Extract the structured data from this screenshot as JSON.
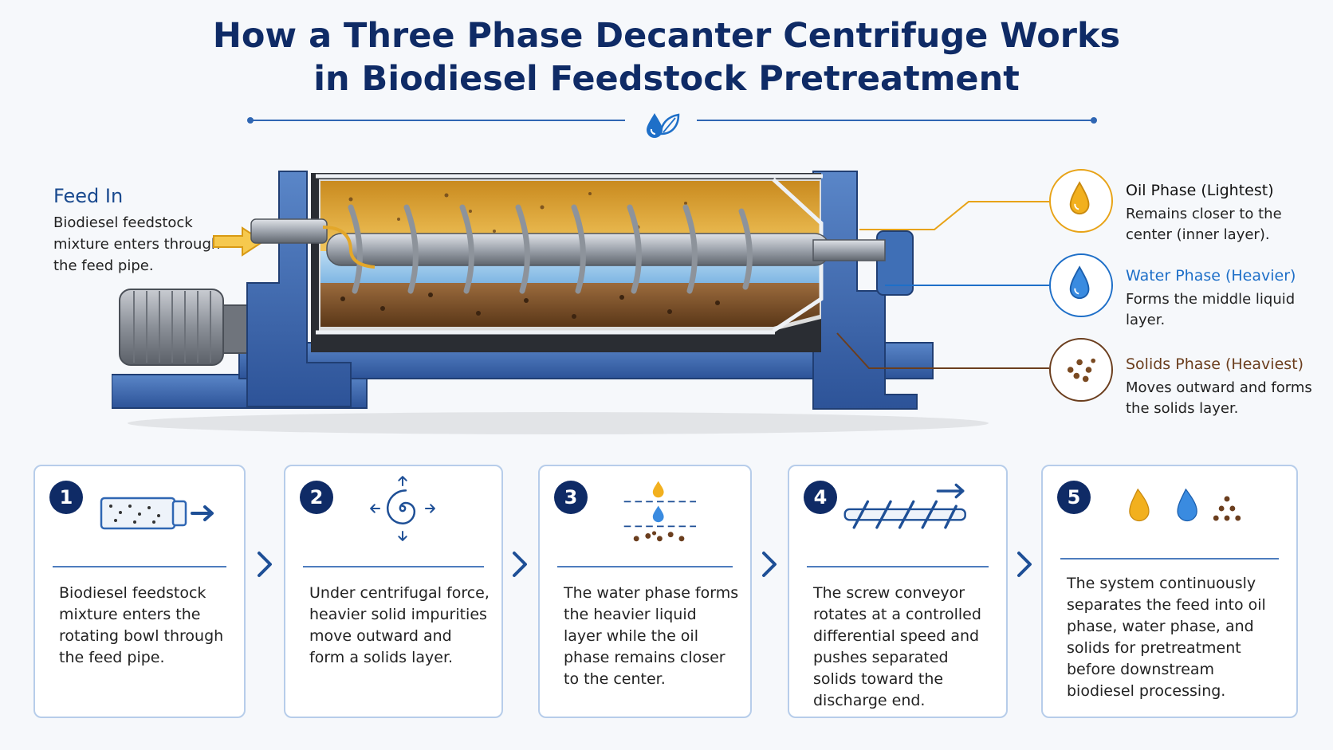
{
  "title": {
    "line1": "How a Three Phase Decanter Centrifuge Works",
    "line2": "in Biodiesel Feedstock Pretreatment"
  },
  "icons": {
    "divider": "water-drop-leaf-icon",
    "feed_arrow": "arrow-right-icon"
  },
  "feed": {
    "title": "Feed In",
    "text": "Biodiesel feedstock mixture enters through the feed pipe."
  },
  "phases": [
    {
      "title": "Oil Phase (Lightest)",
      "text": "Remains closer to the center (inner layer).",
      "color": "#e8a317",
      "icon": "oil-drop-icon"
    },
    {
      "title": "Water Phase (Heavier)",
      "text": "Forms the middle liquid layer.",
      "color": "#1e6fc8",
      "icon": "water-drop-icon"
    },
    {
      "title": "Solids Phase (Heaviest)",
      "text": "Moves outward and forms the solids layer.",
      "color": "#6b3e1e",
      "icon": "solids-dots-icon"
    }
  ],
  "steps": [
    {
      "number": "1",
      "icon": "feed-pipe-icon",
      "text": "Biodiesel feedstock mixture enters the rotating bowl through the feed pipe."
    },
    {
      "number": "2",
      "icon": "centrifugal-spiral-icon",
      "text": "Under centrifugal force, heavier solid impurities move outward and form a solids layer."
    },
    {
      "number": "3",
      "icon": "layer-separation-icon",
      "text": "The water phase forms the heavier liquid layer while the oil phase remains closer to the center."
    },
    {
      "number": "4",
      "icon": "screw-conveyor-icon",
      "text": "The screw conveyor rotates at a controlled differential speed and pushes separated solids toward the discharge end."
    },
    {
      "number": "5",
      "icon": "three-phases-icon",
      "text": "The system continuously separates the feed into oil phase, water phase, and solids for pretreatment before downstream biodiesel processing."
    }
  ],
  "colors": {
    "title": "#0f2b66",
    "accent": "#2f66b3",
    "machine_blue": "#3b67ad",
    "oil": "#e8a317",
    "water": "#1e6fc8",
    "solids": "#6b3e1e"
  }
}
